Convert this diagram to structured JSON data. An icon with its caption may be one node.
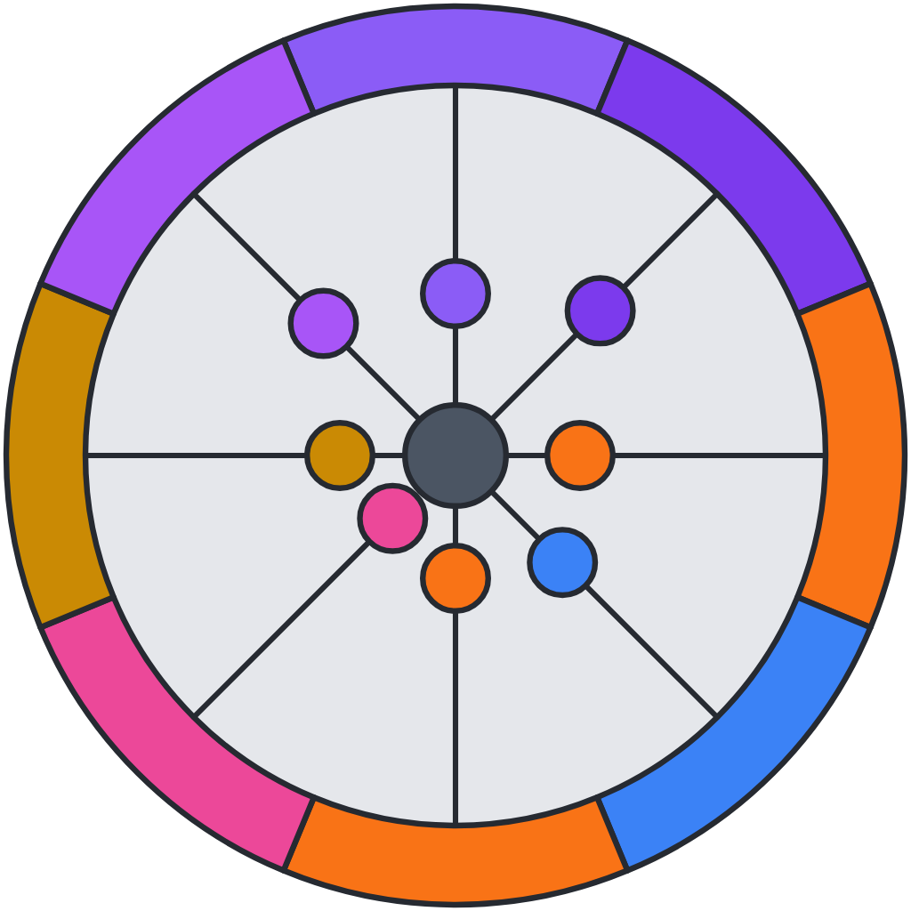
{
  "diagram": {
    "nodes": [
      {
        "text": [],
        "shape": "circle"
      },
      {
        "text": [],
        "shape": "circle"
      },
      {
        "text": [],
        "shape": "circle"
      },
      {
        "text": [],
        "shape": "circle"
      },
      {
        "text": [],
        "shape": "circle"
      },
      {
        "text": [],
        "shape": "circle"
      },
      {
        "text": [],
        "shape": "circle"
      },
      {
        "text": [],
        "shape": "circle"
      },
      {
        "text": [],
        "shape": "circle"
      },
      {
        "text": [],
        "shape": "band"
      },
      {
        "text": [],
        "shape": "band"
      },
      {
        "text": [],
        "shape": "band"
      },
      {
        "text": [],
        "shape": "band"
      },
      {
        "text": [],
        "shape": "band"
      },
      {
        "text": [],
        "shape": "band"
      },
      {
        "text": [],
        "shape": "band"
      },
      {
        "text": [],
        "shape": "band"
      }
    ],
    "edges": [
      {
        "from": 0,
        "to": 1,
        "arrow": "none"
      },
      {
        "from": 1,
        "to": 9,
        "arrow": "none"
      },
      {
        "from": 0,
        "to": 2,
        "arrow": "none"
      },
      {
        "from": 2,
        "to": 10,
        "arrow": "none"
      },
      {
        "from": 0,
        "to": 3,
        "arrow": "none"
      },
      {
        "from": 3,
        "to": 11,
        "arrow": "none"
      },
      {
        "from": 0,
        "to": 4,
        "arrow": "none"
      },
      {
        "from": 4,
        "to": 12,
        "arrow": "none"
      },
      {
        "from": 0,
        "to": 5,
        "arrow": "none"
      },
      {
        "from": 5,
        "to": 13,
        "arrow": "none"
      },
      {
        "from": 6,
        "to": 14,
        "arrow": "none"
      },
      {
        "from": 0,
        "to": 7,
        "arrow": "none"
      },
      {
        "from": 7,
        "to": 15,
        "arrow": "none"
      },
      {
        "from": 0,
        "to": 8,
        "arrow": "none"
      },
      {
        "from": 8,
        "to": 16,
        "arrow": "none"
      }
    ]
  }
}
